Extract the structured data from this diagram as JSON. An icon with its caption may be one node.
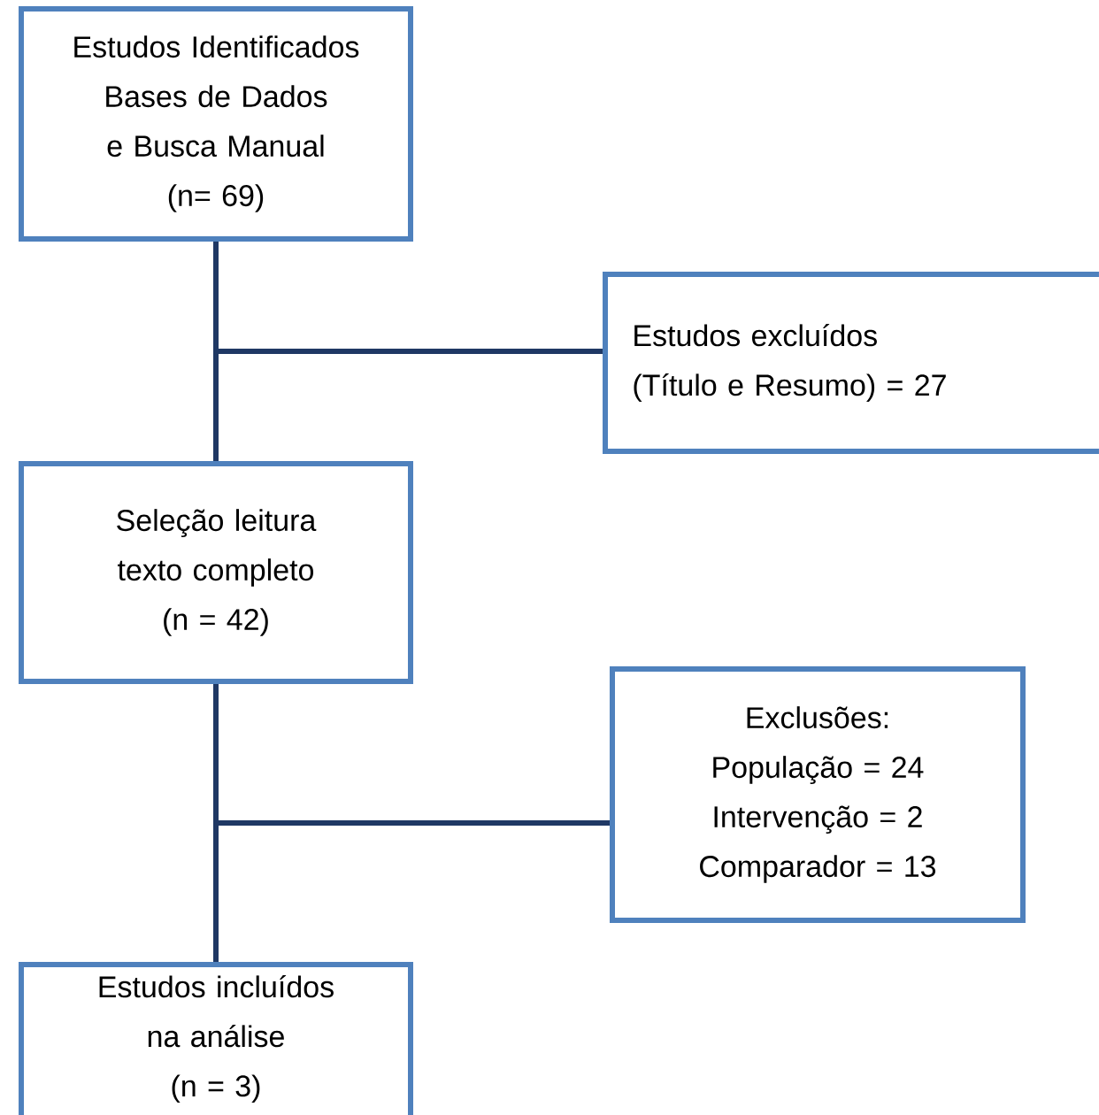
{
  "diagram": {
    "nodes": [
      {
        "text": [
          "Estudos Identificados Bases de Dados e Busca Manual",
          "(n= 69)"
        ]
      },
      {
        "text": [
          "Estudos excluídos",
          "(Título e Resumo) = 27"
        ]
      },
      {
        "text": [
          "Seleção leitura texto completo",
          "(n = 42)"
        ]
      },
      {
        "text": [
          "Exclusões:",
          "População = 24",
          "Intervenção = 2",
          "Comparador = 13"
        ]
      },
      {
        "text": [
          "Estudos incluídos na análise",
          "(n = 3)"
        ]
      }
    ],
    "edges": [
      {
        "from": 0,
        "to": 2,
        "arrow": "none"
      },
      {
        "from": 0,
        "to": 1,
        "arrow": "none"
      },
      {
        "from": 2,
        "to": 4,
        "arrow": "none"
      },
      {
        "from": 2,
        "to": 3,
        "arrow": "none"
      }
    ]
  }
}
